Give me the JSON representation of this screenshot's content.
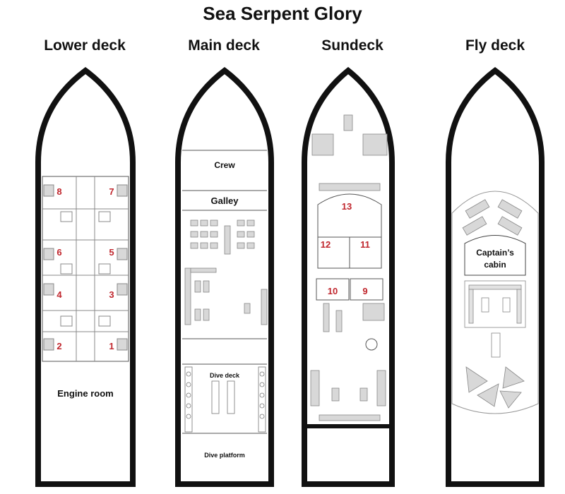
{
  "title": "Sea Serpent Glory",
  "decks": [
    {
      "id": "lower",
      "name": "Lower deck"
    },
    {
      "id": "main",
      "name": "Main deck"
    },
    {
      "id": "sun",
      "name": "Sundeck"
    },
    {
      "id": "fly",
      "name": "Fly deck"
    }
  ],
  "lower": {
    "cabins": {
      "c1": "1",
      "c2": "2",
      "c3": "3",
      "c4": "4",
      "c5": "5",
      "c6": "6",
      "c7": "7",
      "c8": "8"
    },
    "engine_room": "Engine room"
  },
  "main": {
    "crew": "Crew",
    "galley": "Galley",
    "dive_deck": "Dive deck",
    "dive_platform": "Dive platform"
  },
  "sun": {
    "cabins": {
      "c9": "9",
      "c10": "10",
      "c11": "11",
      "c12": "12",
      "c13": "13"
    }
  },
  "fly": {
    "captains_cabin_line1": "Captain’s",
    "captains_cabin_line2": "cabin"
  },
  "colors": {
    "hull": "#111111",
    "cabin_number": "#c0262d",
    "furniture": "#cfcfcf",
    "lines": "#777777"
  }
}
